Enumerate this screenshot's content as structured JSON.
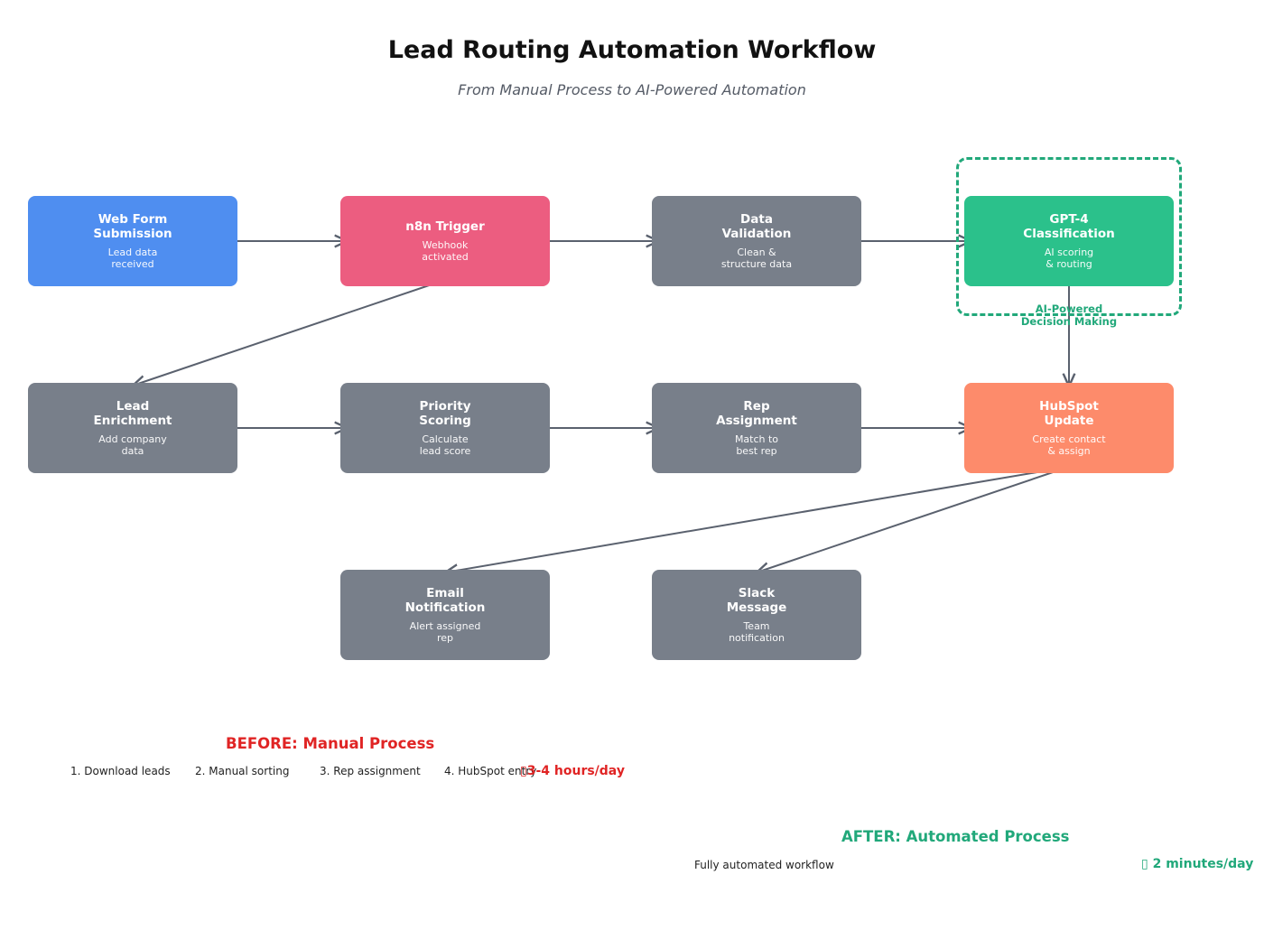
{
  "title": "Lead Routing Automation Workflow",
  "subtitle": "From Manual Process to AI-Powered Automation",
  "colors": {
    "blue": "#4f8ef0",
    "pink": "#ec5d80",
    "gray": "#787f8a",
    "green": "#2bc18b",
    "orange": "#fd8b6b",
    "edge": "#5a616e",
    "before_red": "#e02424",
    "after_green": "#21a87a"
  },
  "nodes": [
    {
      "id": "web-form-submission",
      "title": "Web Form\nSubmission",
      "desc": "Lead data\nreceived"
    },
    {
      "id": "n8n-trigger",
      "title": "n8n Trigger",
      "desc": "Webhook\nactivated"
    },
    {
      "id": "data-validation",
      "title": "Data\nValidation",
      "desc": "Clean &\nstructure data"
    },
    {
      "id": "gpt4-classification",
      "title": "GPT-4\nClassification",
      "desc": "AI scoring\n& routing"
    },
    {
      "id": "lead-enrichment",
      "title": "Lead\nEnrichment",
      "desc": "Add company\ndata"
    },
    {
      "id": "priority-scoring",
      "title": "Priority\nScoring",
      "desc": "Calculate\nlead score"
    },
    {
      "id": "rep-assignment",
      "title": "Rep\nAssignment",
      "desc": "Match to\nbest rep"
    },
    {
      "id": "hubspot-update",
      "title": "HubSpot\nUpdate",
      "desc": "Create contact\n& assign"
    },
    {
      "id": "email-notification",
      "title": "Email\nNotification",
      "desc": "Alert assigned\nrep"
    },
    {
      "id": "slack-message",
      "title": "Slack\nMessage",
      "desc": "Team\nnotification"
    }
  ],
  "edges": [
    {
      "from": "web-form-submission",
      "to": "n8n-trigger"
    },
    {
      "from": "n8n-trigger",
      "to": "data-validation"
    },
    {
      "from": "data-validation",
      "to": "gpt4-classification"
    },
    {
      "from": "n8n-trigger",
      "to": "lead-enrichment"
    },
    {
      "from": "gpt4-classification",
      "to": "hubspot-update"
    },
    {
      "from": "lead-enrichment",
      "to": "priority-scoring"
    },
    {
      "from": "priority-scoring",
      "to": "rep-assignment"
    },
    {
      "from": "rep-assignment",
      "to": "hubspot-update"
    },
    {
      "from": "hubspot-update",
      "to": "email-notification"
    },
    {
      "from": "hubspot-update",
      "to": "slack-message"
    }
  ],
  "ai_group": {
    "label": "AI-Powered\nDecision Making"
  },
  "before": {
    "title": "BEFORE: Manual Process",
    "steps": [
      "1. Download leads",
      "2. Manual sorting",
      "3. Rep assignment",
      "4. HubSpot entry"
    ],
    "time_glyph": "▯",
    "time": "3-4 hours/day"
  },
  "after": {
    "title": "AFTER: Automated Process",
    "desc": "Fully automated workflow",
    "time_glyph": "▯",
    "time": "2 minutes/day"
  }
}
